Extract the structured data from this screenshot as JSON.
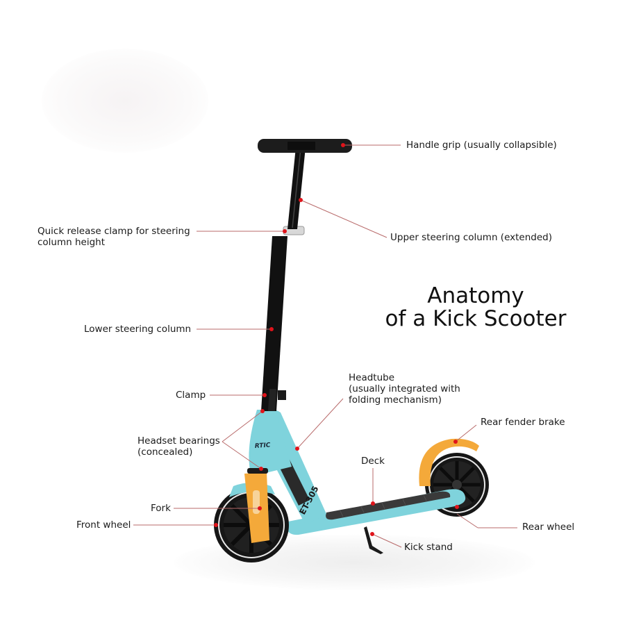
{
  "title": {
    "line1": "Anatomy",
    "line2": "of a Kick Scooter"
  },
  "scooter": {
    "model_text": "ET-305",
    "brand_text": "RTIC",
    "colors": {
      "frame": "#7fd3dc",
      "frame_dark": "#5fbfca",
      "fork_fender": "#f4a93a",
      "column": "#111111",
      "grip": "#1c1c1c",
      "wheel": "#161616",
      "deck_grip": "#3a3a3a",
      "callout_dot": "#e0141b",
      "callout_line": "#b86a6a"
    }
  },
  "labels": {
    "handle_grip": "Handle grip (usually collapsible)",
    "upper_column": "Upper steering column (extended)",
    "quick_release_1": "Quick release clamp for steering",
    "quick_release_2": "column height",
    "lower_column": "Lower steering column",
    "clamp": "Clamp",
    "headtube_1": "Headtube",
    "headtube_2": "(usually integrated with",
    "headtube_3": "folding mechanism)",
    "headset_1": "Headset bearings",
    "headset_2": "(concealed)",
    "rear_fender": "Rear fender brake",
    "deck": "Deck",
    "fork": "Fork",
    "front_wheel": "Front wheel",
    "rear_wheel": "Rear wheel",
    "kick_stand": "Kick stand"
  }
}
